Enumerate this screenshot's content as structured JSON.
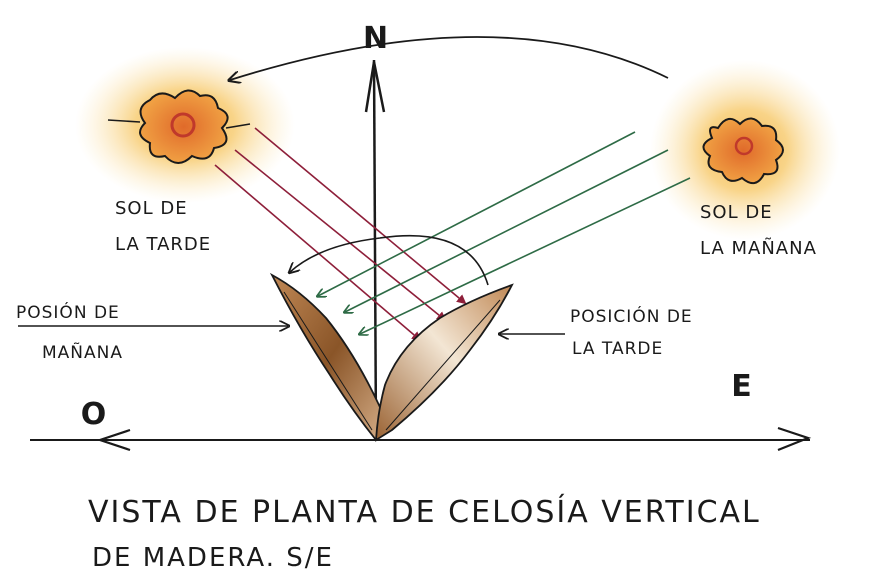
{
  "diagram": {
    "cardinal": {
      "north": "N",
      "west": "O",
      "east": "E"
    },
    "sun_afternoon": [
      "SOL DE",
      "LA TARDE"
    ],
    "sun_morning": [
      "SOL DE",
      "LA MAÑANA"
    ],
    "position_morning": [
      "POSIÓN DE",
      "MAÑANA"
    ],
    "position_afternoon": [
      "POSICIÓN DE",
      "LA TARDE"
    ],
    "caption": [
      "VISTA DE PLANTA DE CELOSÍA VERTICAL",
      "DE MADERA. S/E"
    ],
    "colors": {
      "ink": "#1a1a1a",
      "sun_glow": "#f7c96a",
      "sun_core": "#e8883a",
      "sun_center": "#c0392b",
      "afternoon_ray": "#8e1f3a",
      "morning_ray": "#2e6b46",
      "wood": "#a8703c"
    }
  }
}
